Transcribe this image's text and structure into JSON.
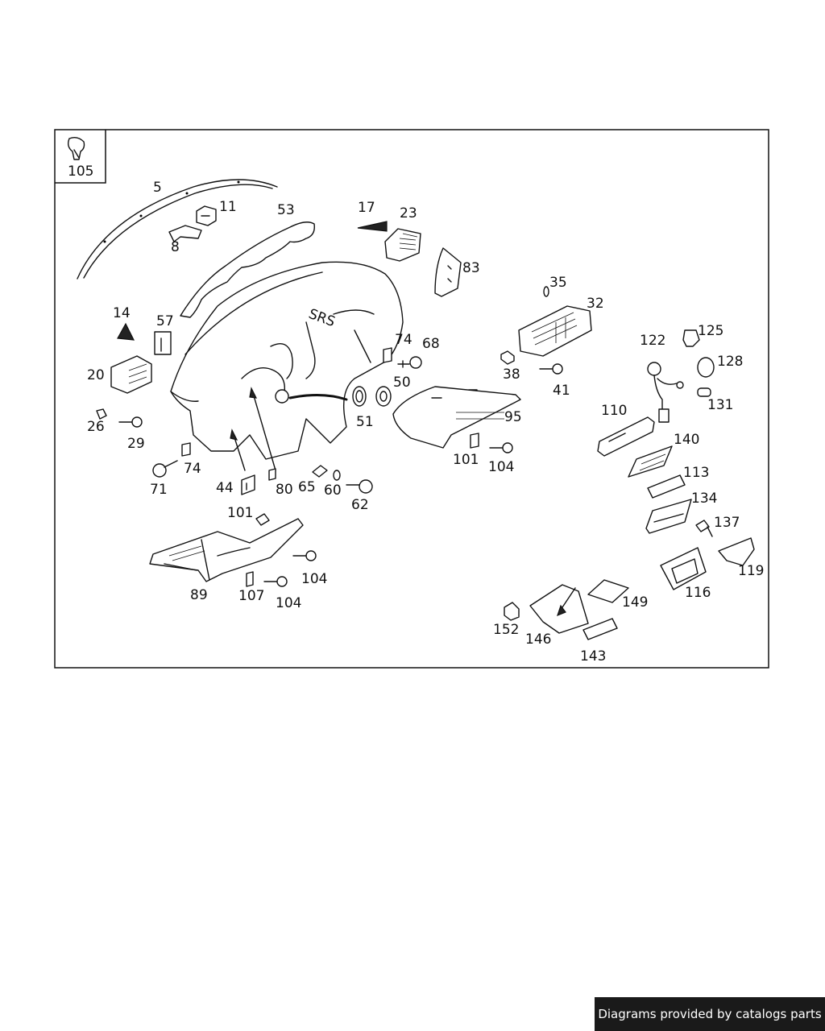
{
  "inset_label": "105",
  "callouts": [
    {
      "id": "c5",
      "text": "5"
    },
    {
      "id": "c11",
      "text": "11"
    },
    {
      "id": "c8",
      "text": "8"
    },
    {
      "id": "c53",
      "text": "53"
    },
    {
      "id": "c17",
      "text": "17"
    },
    {
      "id": "c23",
      "text": "23"
    },
    {
      "id": "c83",
      "text": "83"
    },
    {
      "id": "c35",
      "text": "35"
    },
    {
      "id": "c32",
      "text": "32"
    },
    {
      "id": "c14",
      "text": "14"
    },
    {
      "id": "c57",
      "text": "57"
    },
    {
      "id": "c20",
      "text": "20"
    },
    {
      "id": "c74a",
      "text": "74"
    },
    {
      "id": "c68",
      "text": "68"
    },
    {
      "id": "c38",
      "text": "38"
    },
    {
      "id": "c41",
      "text": "41"
    },
    {
      "id": "c122",
      "text": "122"
    },
    {
      "id": "c125",
      "text": "125"
    },
    {
      "id": "c128",
      "text": "128"
    },
    {
      "id": "c131",
      "text": "131"
    },
    {
      "id": "c50",
      "text": "50"
    },
    {
      "id": "c51",
      "text": "51"
    },
    {
      "id": "c95",
      "text": "95"
    },
    {
      "id": "c110",
      "text": "110"
    },
    {
      "id": "c26",
      "text": "26"
    },
    {
      "id": "c29",
      "text": "29"
    },
    {
      "id": "c74b",
      "text": "74"
    },
    {
      "id": "c71",
      "text": "71"
    },
    {
      "id": "c44",
      "text": "44"
    },
    {
      "id": "c80",
      "text": "80"
    },
    {
      "id": "c65",
      "text": "65"
    },
    {
      "id": "c60",
      "text": "60"
    },
    {
      "id": "c62",
      "text": "62"
    },
    {
      "id": "c101a",
      "text": "101"
    },
    {
      "id": "c104a",
      "text": "104"
    },
    {
      "id": "c140",
      "text": "140"
    },
    {
      "id": "c113",
      "text": "113"
    },
    {
      "id": "c134",
      "text": "134"
    },
    {
      "id": "c137",
      "text": "137"
    },
    {
      "id": "c119",
      "text": "119"
    },
    {
      "id": "c116",
      "text": "116"
    },
    {
      "id": "c101b",
      "text": "101"
    },
    {
      "id": "c89",
      "text": "89"
    },
    {
      "id": "c107",
      "text": "107"
    },
    {
      "id": "c104b",
      "text": "104"
    },
    {
      "id": "c104c",
      "text": "104"
    },
    {
      "id": "c149",
      "text": "149"
    },
    {
      "id": "c152",
      "text": "152"
    },
    {
      "id": "c146",
      "text": "146"
    },
    {
      "id": "c143",
      "text": "143"
    }
  ],
  "srs_label": "SRS",
  "footer": {
    "text": "Diagrams provided by catalogs parts"
  }
}
